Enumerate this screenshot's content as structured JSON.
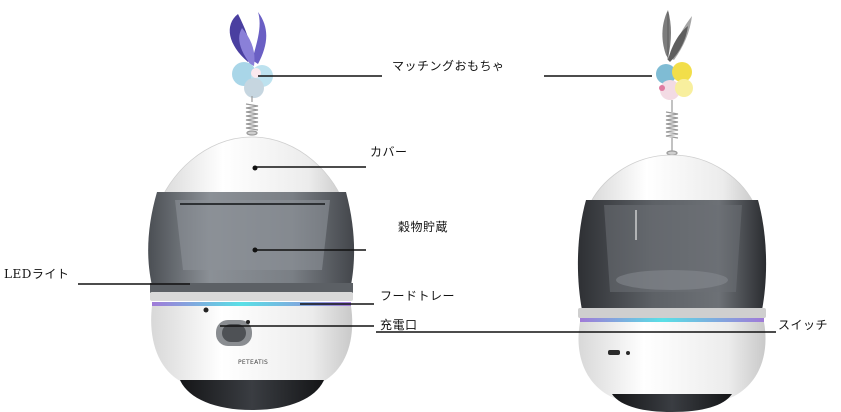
{
  "labels": {
    "toy": "マッチングおもちゃ",
    "cover": "カバー",
    "storage": "穀物貯蔵",
    "led": "LEDライト",
    "tray": "フードトレー",
    "charge": "充電口",
    "switch": "スイッチ"
  },
  "brand_text": "PETEATIS",
  "colors": {
    "shell_white": "#f4f4f4",
    "tank_gray": "#6f7378",
    "tank_dark": "#3a3d41",
    "base_dark": "#1e2023",
    "led_glow": "#59e0e6",
    "led_purple": "#a07ad8",
    "feather_purple": "#5b4fb0",
    "pompom_blue": "#a9d6e8",
    "pompom_yellow": "#f2de4a",
    "leader_line": "#111111"
  }
}
